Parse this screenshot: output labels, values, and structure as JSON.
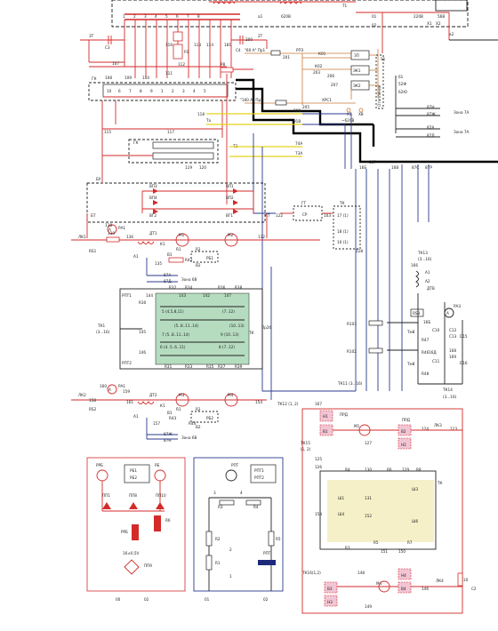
{
  "top": {
    "t1": "Т1",
    "v620": "620В",
    "a1": "а1",
    "v220": "220В",
    "v56": "56В",
    "x1": "Х1",
    "x2": "Х2",
    "n01": "01",
    "n02": "02",
    "a2": "а2"
  },
  "left_top": {
    "st3": "3Т",
    "c3": "С3",
    "n107": "107",
    "n108": "108",
    "n109": "109",
    "n110": "110",
    "n111": "111",
    "n112": "112",
    "n113": "113",
    "n114": "114",
    "n116": "116",
    "r3": "Р3",
    "r8": "Р8",
    "n200": "200",
    "c4": "С4",
    "st2": "2Т",
    "n181": "181",
    "gk": "ГК",
    "n115": "115",
    "n117": "117",
    "n118": "118",
    "ta": "Та",
    "t2": "Т2",
    "gk2": "ГК",
    "n119": "119",
    "n120": "120"
  },
  "orange": {
    "a60": "\"60 А\" Пр1",
    "n201": "201",
    "rpz": "РПЗ",
    "k01": "К01",
    "n203": "203",
    "k02": "К02",
    "n206": "206",
    "n207": "207",
    "zp": "ЗП",
    "ek1": "ЭК1",
    "ek2": "ЭК2",
    "s1": "S1",
    "a160": "\"160 А\" Пр2",
    "n205": "205",
    "xrs1": "ХРС1",
    "x7": "Х7",
    "x8": "Х8",
    "v620b": "~620В",
    "otop": "Отопление"
  },
  "right_top": {
    "n61": "61",
    "n52": "52Ф",
    "n620": "62Ю",
    "n87n": "87Н",
    "n87zh": "87Ж",
    "zona7a": "Зона 7А",
    "n87a": "87А",
    "n87d": "87Д",
    "zona7a2": "Зона 7А"
  },
  "wires": {
    "n90v": "90В",
    "n91v": "91В",
    "n74a": "74А",
    "n73a": "73А",
    "n16b": "16Б",
    "n16g": "16Г",
    "n16v": "16В",
    "n87s": "87С",
    "n87r": "87Р"
  },
  "bridge": {
    "bu": "БУ",
    "vp3": "ВП3",
    "vp1": "ВП1",
    "vp4": "ВП4",
    "vp2": "ВП2",
    "vg2": "ВГ2",
    "vg1": "ВГ1",
    "bt": "БТ",
    "at": "АТ",
    "n122": "122",
    "gt": "ГТ",
    "cr": "СР",
    "n103": "103",
    "tk": "ТК",
    "n17": "17 (1)",
    "n18": "18 (1)",
    "n10": "10 (1)",
    "n128": "128"
  },
  "motors_top": {
    "lk1": "ЛК1",
    "rs1": "RS1",
    "pa1": "РА1",
    "n138": "138",
    "n130": "130",
    "n136": "136",
    "n135": "135",
    "dt1": "ДТ1",
    "k1": "К1",
    "a1": "А1",
    "m1": "М1",
    "r1": "R1",
    "r2": "R2",
    "m2": "М2",
    "n132": "132",
    "rb1": "РБ1",
    "r42": "R42",
    "r43": "R43",
    "n87a": "87А",
    "n87d": "87Д",
    "zona6v": "Зона 6В",
    "b1": "В1",
    "b2": "В2",
    "n134": "134"
  },
  "green": {
    "r32": "R32",
    "r34": "R34",
    "r36": "R36",
    "r38": "R38",
    "r30": "R30",
    "n144": "144",
    "n143": "143",
    "n142": "142",
    "n147": "147",
    "c1": "5 (4,5,8,11)",
    "c2": "(7..12)",
    "c3": "(5..8..11..14)",
    "c4": "(10..13)",
    "c5": "7 (5..8..11..14)",
    "c6": "9 (10..13)",
    "c7": "6 (4..5..6..11)",
    "c8": "8 (7..12)",
    "r31": "R31",
    "r33": "R33",
    "r35": "R35",
    "r37": "R37",
    "r39": "R39",
    "n145": "145",
    "n146": "146",
    "rpt1": "РПТ1",
    "rpt2": "РПТ2",
    "tk1": "ТК1",
    "tk1b": "(3...16)",
    "tk": "ТК",
    "pr2": "Пр2б"
  },
  "motors_bot": {
    "lk2": "ЛК2",
    "rs2": "RS2",
    "pa1": "РА1",
    "n160": "160",
    "n159": "159",
    "n158": "158",
    "n161": "161",
    "dt2": "ДТ2",
    "k1": "К1",
    "a1": "А1",
    "m3": "М3",
    "r1": "R1",
    "r2": "R2",
    "m4": "М4",
    "n154": "154",
    "rb2": "РБ2",
    "r43": "R43",
    "r44": "R44",
    "n87zh": "87Ж",
    "n87n": "87Н",
    "zona6v": "Зона 6В",
    "n157": "157",
    "b1": "В1",
    "b2": "В2",
    "tk11": "ТК11 (3...16)",
    "tk12": "ТК12 (1, 2)",
    "n167": "167"
  },
  "right_mid": {
    "tk13": "ТК13",
    "tk13b": "(3...16)",
    "n166": "166",
    "a1": "А1",
    "a2": "А2",
    "dtv": "ДТВ",
    "rs3": "RS3",
    "pa3": "РА3",
    "r103": "R103",
    "r102": "R102",
    "r47": "R47",
    "r46": "R46",
    "r48": "R48",
    "c10": "С10",
    "c11": "С11",
    "c12": "С12",
    "c13": "С13",
    "n16": "16Б",
    "n16d": "16Д",
    "d15": "D15",
    "d16": "D16",
    "tmp": "Тм8",
    "tmp2": "Тм8",
    "tk14": "ТК14",
    "tk14b": "(3...16)",
    "n168": "168",
    "n169": "169"
  },
  "right_bot": {
    "n1": "Н1",
    "prd": "ПРД",
    "b1": "В1",
    "m1": "М1",
    "b2": "В2",
    "n2": "Н2",
    "n124": "124",
    "lk3": "ЛК3",
    "n123": "123",
    "n127": "127",
    "tk15": "ТК15",
    "tk15b": "(1, 2)",
    "n125": "125",
    "n126": "126",
    "r4": "R4",
    "r6": "R6",
    "r8": "R8",
    "n130": "130",
    "n129": "129",
    "tk": "ТК",
    "sh1": "Ш1",
    "sh3": "Ш3",
    "n131": "131",
    "n152": "152",
    "sh4": "Ш4",
    "sh6": "Ш6",
    "r3": "R3",
    "r5": "R5",
    "r7": "R7",
    "n153": "153",
    "n151": "151",
    "n150": "150",
    "n148": "148",
    "tk16": "ТК16(1,2)",
    "n3": "Н3",
    "b3": "В3",
    "m4": "М4",
    "b4": "В4",
    "n4": "Н4",
    "n146": "146",
    "lk4": "ЛК4",
    "r10": "R10",
    "c2": "С2",
    "n149": "149"
  },
  "bottom_boxes": {
    "rrb": "РРБ",
    "rb12": "РБ1\nРБ2",
    "rb": "РБ",
    "rb1": "РБ1",
    "rb2": "РБ2",
    "pp1": "ПП1",
    "pp8": "ПП8",
    "pp10": "ПП10",
    "r6": "R6",
    "rrb2": "РРБ",
    "v16": "16±0,5V",
    "pp9": "ПП9",
    "n00": "00",
    "n02": "02",
    "rpt": "РПТ",
    "rpt1": "РПТ1",
    "rpt2": "РПТ2",
    "r3": "R3",
    "r4": "R4",
    "r2": "R2",
    "r1": "R1",
    "r5": "R5",
    "rpt3": "РПТ",
    "n3": "3",
    "n4": "4",
    "n2": "2",
    "n1": "1",
    "n01": "01",
    "n02b": "02"
  }
}
